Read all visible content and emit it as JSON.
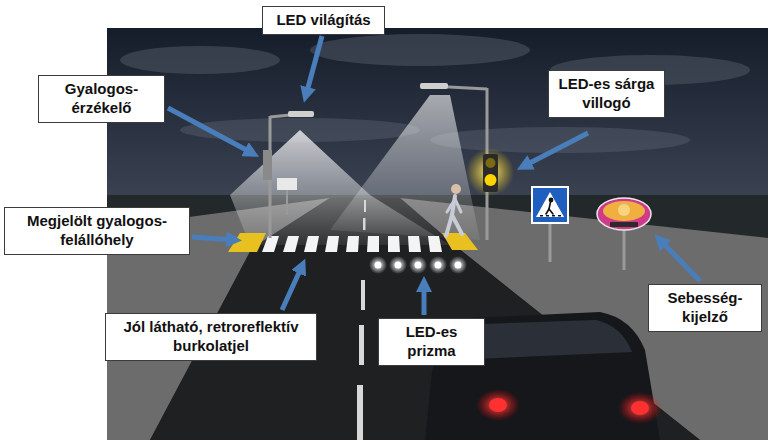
{
  "diagram": {
    "nodes": [
      {
        "text": [
          "LED világítás"
        ]
      },
      {
        "text": [
          "Gyalogos- érzékelő"
        ]
      },
      {
        "text": [
          "LED-es sárga villogó"
        ]
      },
      {
        "text": [
          "Megjelölt gyalogos- felállóhely"
        ]
      },
      {
        "text": [
          "Sebesség- kijelző"
        ]
      },
      {
        "text": [
          "Jól látható, retroreflektív burkolatjel"
        ]
      },
      {
        "text": [
          "LED-es prizma"
        ]
      }
    ]
  }
}
